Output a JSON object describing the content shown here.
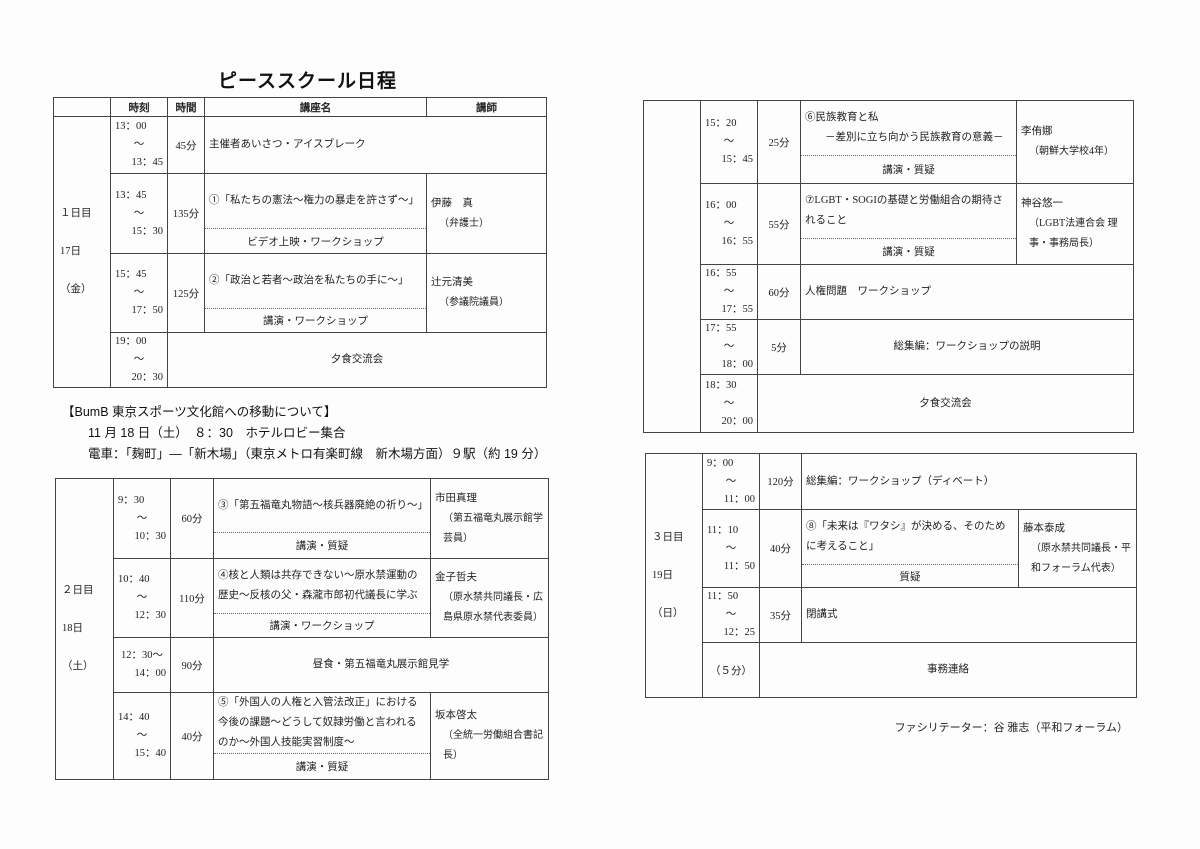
{
  "page_title": "ピーススクール日程",
  "headers": {
    "day": "",
    "time": "時刻",
    "duration": "時間",
    "course": "講座名",
    "speaker": "講師"
  },
  "movement": {
    "heading": "【BumB 東京スポーツ文化館への移動について】",
    "line1": "11 月 18 日（土）　８：30　ホテルロビー集合",
    "line2": "電車：「麹町」―「新木場」（東京メトロ有楽町線　新木場方面）９駅（約 19 分）"
  },
  "footer": "ファシリテーター：谷 雅志（平和フォーラム）",
  "tables": [
    {
      "day": "１日目",
      "date": "17日（金）",
      "rows": [
        {
          "start": "13：00",
          "end": "13：45",
          "duration": "45分",
          "title": "主催者あいさつ・アイスブレーク"
        },
        {
          "start": "13：45",
          "end": "15：30",
          "duration": "135分",
          "title": "①「私たちの憲法～権力の暴走を許さず～」",
          "sub": "ビデオ上映・ワークショップ",
          "speaker": "伊藤　真",
          "role": "（弁護士）"
        },
        {
          "start": "15：45",
          "end": "17：50",
          "duration": "125分",
          "title": "②「政治と若者～政治を私たちの手に～」",
          "sub": "講演・ワークショップ",
          "speaker": "辻元清美",
          "role": "（参議院議員）"
        },
        {
          "start": "19：00",
          "end": "20：30",
          "title": "夕食交流会"
        }
      ]
    },
    {
      "day": "２日目",
      "date": "18日（土）",
      "rows": [
        {
          "start": "9：30",
          "end": "10：30",
          "duration": "60分",
          "title": "③「第五福竜丸物語～核兵器廃絶の祈り～」",
          "sub": "講演・質疑",
          "speaker": "市田真理",
          "role": "（第五福竜丸展示館学芸員）"
        },
        {
          "start": "10：40",
          "end": "12：30",
          "duration": "110分",
          "title": "④核と人類は共存できない～原水禁運動の歴史～反核の父・森瀧市郎初代議長に学ぶ",
          "sub": "講演・ワークショップ",
          "speaker": "金子哲夫",
          "role": "（原水禁共同議長・広島県原水禁代表委員）"
        },
        {
          "start": "12：30～",
          "end": "14：00",
          "duration": "90分",
          "title": "昼食・第五福竜丸展示館見学"
        },
        {
          "start": "14：40",
          "end": "15：40",
          "duration": "40分",
          "title": "⑤「外国人の人権と入管法改正」における今後の課題～どうして奴隷労働と言われるのか～外国人技能実習制度～",
          "sub": "講演・質疑",
          "speaker": "坂本啓太",
          "role": "（全統一労働組合書記長）"
        }
      ]
    },
    {
      "day": "",
      "date": "",
      "rows": [
        {
          "start": "15：20",
          "end": "15：45",
          "duration": "25分",
          "title": "⑥民族教育と私",
          "title2": "－差別に立ち向かう民族教育の意義－",
          "sub": "講演・質疑",
          "speaker": "李侑娜",
          "role": "（朝鮮大学校4年）"
        },
        {
          "start": "16：00",
          "end": "16：55",
          "duration": "55分",
          "title": "⑦LGBT・SOGIの基礎と労働組合の期待されること",
          "sub": "講演・質疑",
          "speaker": "神谷悠一",
          "role": "（LGBT法連合会 理事・事務局長）"
        },
        {
          "start": "16：55",
          "end": "17：55",
          "duration": "60分",
          "title": "人権問題　ワークショップ"
        },
        {
          "start": "17：55",
          "end": "18：00",
          "duration": "5分",
          "title": "総集編：ワークショップの説明"
        },
        {
          "start": "18：30",
          "end": "20：00",
          "title": "夕食交流会"
        }
      ]
    },
    {
      "day": "３日目",
      "date": "19日（日）",
      "rows": [
        {
          "start": "9：00",
          "end": "11：00",
          "duration": "120分",
          "title": "総集編：ワークショップ（ディベート）"
        },
        {
          "start": "11：10",
          "end": "11：50",
          "duration": "40分",
          "title": "⑧「未来は『ワタシ』が決める、そのために考えること」",
          "sub": "質疑",
          "speaker": "藤本泰成",
          "role": "（原水禁共同議長・平和フォーラム代表）"
        },
        {
          "start": "11：50",
          "end": "12：25",
          "duration": "35分",
          "title": "閉講式"
        },
        {
          "time_note": "（５分）",
          "title": "事務連絡"
        }
      ]
    }
  ]
}
